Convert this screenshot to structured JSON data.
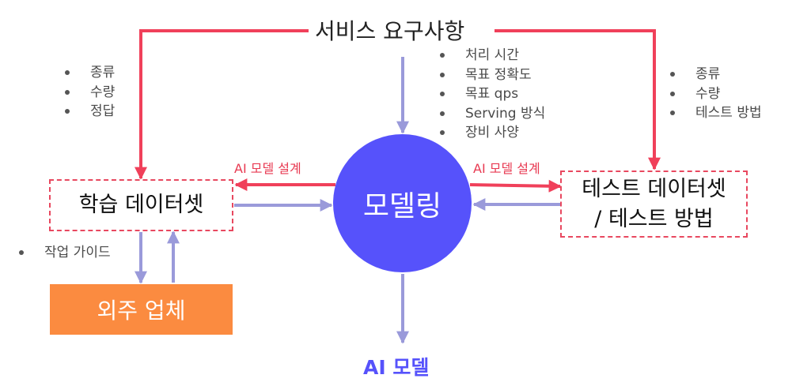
{
  "top_label": "서비스 요구사항",
  "requirements": [
    "처리 시간",
    "목표 정확도",
    "목표 qps",
    "Serving 방식",
    "장비 사양"
  ],
  "train_requirements": [
    "종류",
    "수량",
    "정답"
  ],
  "test_requirements": [
    "종류",
    "수량",
    "테스트 방법"
  ],
  "train_dataset": "학습 데이터셋",
  "test_dataset": {
    "line1": "테스트 데이터셋",
    "line2": "/ 테스트 방법"
  },
  "modeling": "모델링",
  "design_label_left": "AI 모델 설계",
  "design_label_right": "AI 모델 설계",
  "work_guide": "작업 가이드",
  "vendor": "외주 업체",
  "output": "AI 모델",
  "colors": {
    "red": "#f0405a",
    "purple_arrow": "#9a9ada",
    "circle": "#5652fb",
    "vendor": "#fb8b40"
  }
}
